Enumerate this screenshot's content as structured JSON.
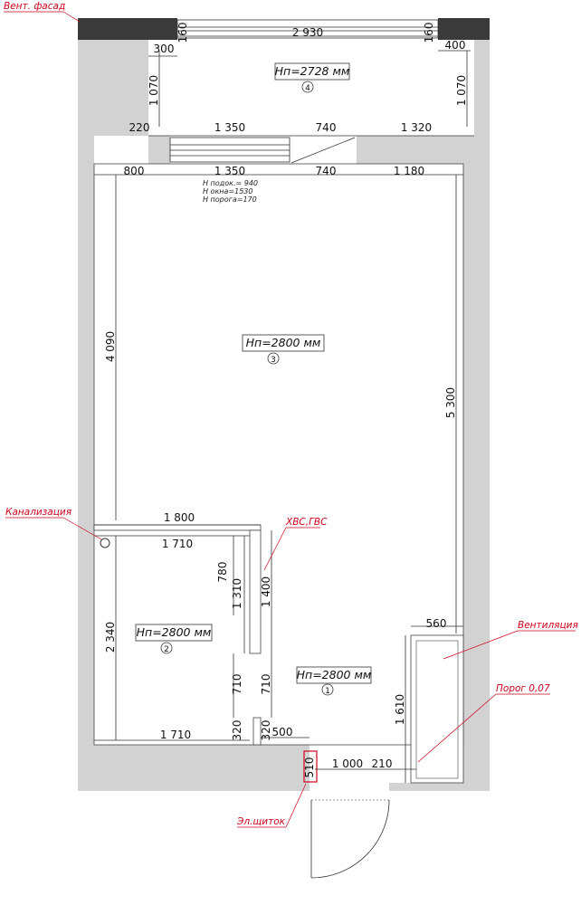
{
  "rooms": [
    {
      "height": "Нп=2728 мм",
      "num": "4"
    },
    {
      "height": "Нп=2800 мм",
      "num": "3"
    },
    {
      "height": "Нп=2800 мм",
      "num": "2"
    },
    {
      "height": "Нп=2800 мм",
      "num": "1"
    }
  ],
  "dims": {
    "balcony_top": "2 930",
    "balcony_left_160": "160",
    "balcony_right_160": "160",
    "balcony_300": "300",
    "balcony_400": "400",
    "balcony_h_left": "1 070",
    "balcony_h_right": "1 070",
    "balcony_220": "220",
    "balcony_1350": "1 350",
    "balcony_740": "740",
    "balcony_1320": "1 320",
    "room_800": "800",
    "room_1350": "1 350",
    "room_740": "740",
    "room_1180": "1 180",
    "room_4090": "4 090",
    "room_5300": "5 300",
    "bath_1800": "1 800",
    "bath_1710_top": "1 710",
    "bath_780": "780",
    "bath_1310": "1 310",
    "bath_1400": "1 400",
    "bath_2340": "2 340",
    "bath_710_a": "710",
    "bath_710_b": "710",
    "bath_320_a": "320",
    "bath_320_b": "320",
    "bath_1710_bottom": "1 710",
    "hall_500": "500",
    "hall_510": "510",
    "hall_1000": "1 000",
    "hall_210": "210",
    "vent_560": "560",
    "vent_1610": "1 610"
  },
  "notes": {
    "sill": "Н подок.= 940",
    "window": "Н окна=1530",
    "threshold_h": "Н порога=170"
  },
  "labels": {
    "facade": "Вент. фасад",
    "sewer": "Канализация",
    "water": "ХВС,ГВС",
    "ventilation": "Вентиляция",
    "threshold": "Порог 0,07",
    "panel": "Эл.щиток"
  },
  "colors": {
    "wall": "#d2d2d2",
    "dark": "#3a3a3a",
    "red": "#d0021b"
  }
}
